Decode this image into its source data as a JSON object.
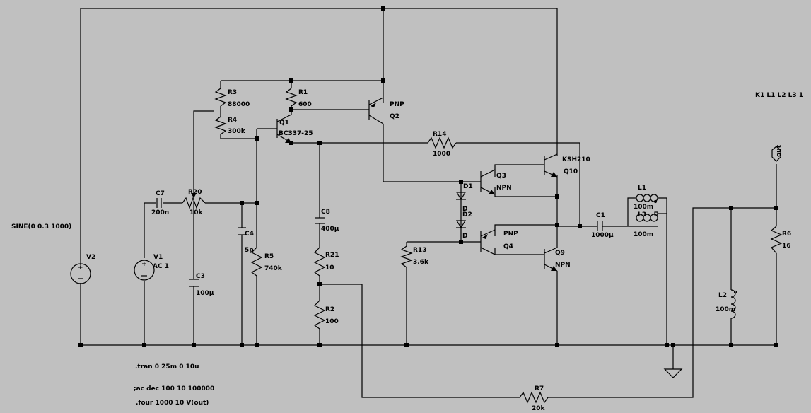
{
  "colors": {
    "background": "#c0c0c0",
    "wire": "#000000"
  },
  "components": {
    "R1": {
      "name": "R1",
      "value": "600"
    },
    "R2": {
      "name": "R2",
      "value": "100"
    },
    "R3": {
      "name": "R3",
      "value": "88000"
    },
    "R4": {
      "name": "R4",
      "value": "300k"
    },
    "R5": {
      "name": "R5",
      "value": "740k"
    },
    "R6": {
      "name": "R6",
      "value": "16"
    },
    "R7": {
      "name": "R7",
      "value": "20k"
    },
    "R13": {
      "name": "R13",
      "value": "3.6k"
    },
    "R14": {
      "name": "R14",
      "value": "1000"
    },
    "R20": {
      "name": "R20",
      "value": "10k"
    },
    "R21": {
      "name": "R21",
      "value": "10"
    },
    "C1": {
      "name": "C1",
      "value": "1000µ"
    },
    "C3": {
      "name": "C3",
      "value": "100µ"
    },
    "C4": {
      "name": "C4",
      "value": "5p"
    },
    "C7": {
      "name": "C7",
      "value": "200n"
    },
    "C8": {
      "name": "C8",
      "value": "400µ"
    },
    "L1": {
      "name": "L1",
      "value": "100m"
    },
    "L2": {
      "name": "L2",
      "value": "100m"
    },
    "L3": {
      "name": "L3",
      "value": "100m"
    },
    "D1": {
      "name": "D1",
      "value": "D"
    },
    "D2": {
      "name": "D2",
      "value": "D"
    },
    "Q1": {
      "name": "Q1",
      "value": "BC337-25"
    },
    "Q2": {
      "name": "Q2",
      "value": "PNP"
    },
    "Q3": {
      "name": "Q3",
      "value": "NPN"
    },
    "Q4": {
      "name": "Q4",
      "value": "PNP"
    },
    "Q9": {
      "name": "Q9",
      "value": "NPN"
    },
    "Q10": {
      "name": "Q10",
      "value": "KSH210"
    },
    "V1": {
      "name": "V1",
      "value": "AC 1"
    },
    "V2": {
      "name": "V2",
      "value": "SINE(0 0.3 1000)"
    }
  },
  "net_label": "out",
  "directives": {
    "coupling": "K1 L1 L2 L3 1",
    "tran": ".tran 0 25m 0 10u",
    "ac": ";ac dec 100 10 100000",
    "four": ".four 1000 10 V(out)"
  }
}
